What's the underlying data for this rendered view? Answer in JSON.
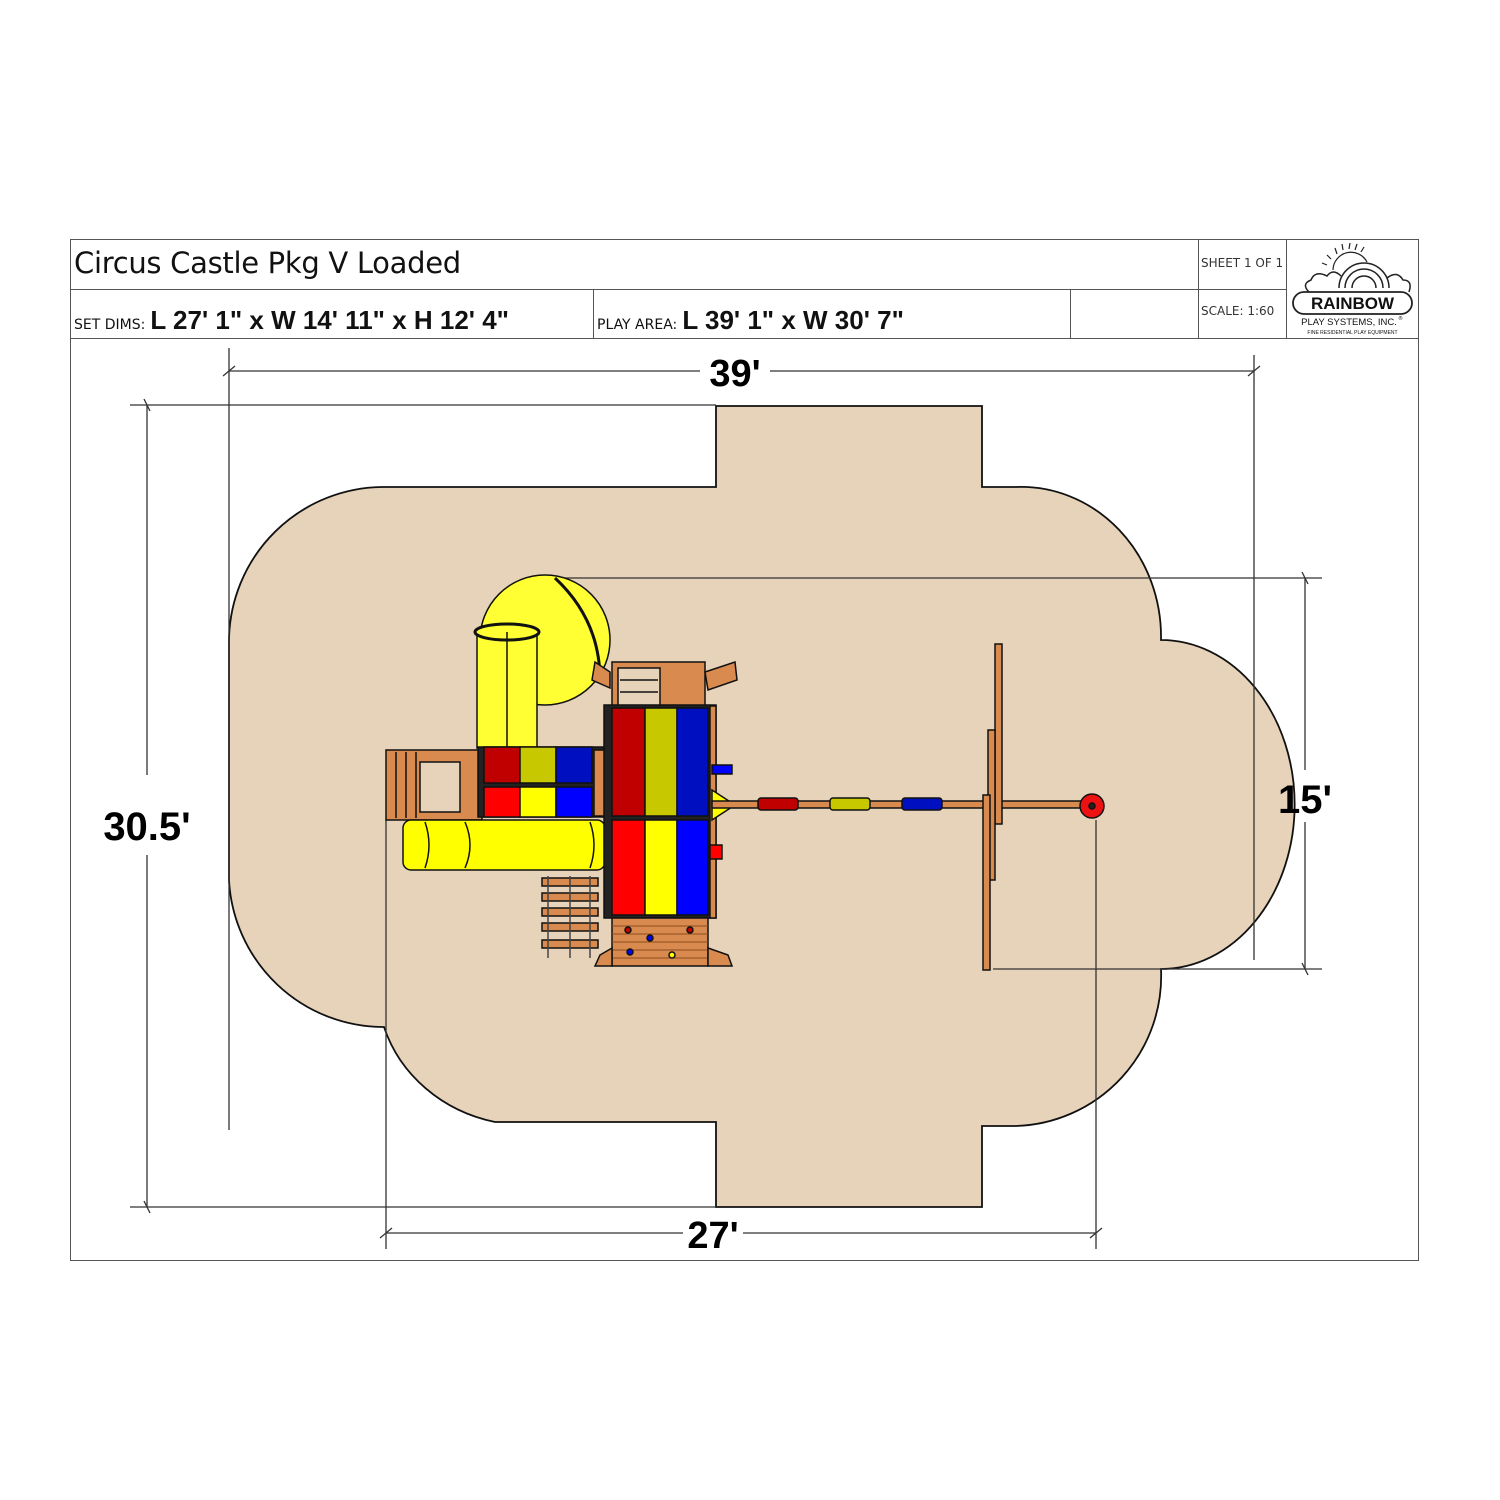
{
  "title_block": {
    "title": "Circus Castle Pkg V Loaded",
    "set_dims_label": "SET DIMS:",
    "set_dims_value": "L 27' 1\" x W 14' 11\" x H 12' 4\"",
    "play_area_label": "PLAY AREA:",
    "play_area_value": "L 39' 1\" x W 30' 7\"",
    "sheet": "SHEET 1 OF 1",
    "scale": "SCALE: 1:60"
  },
  "logo": {
    "name": "RAINBOW",
    "company": "PLAY SYSTEMS, INC.",
    "registered": "®",
    "tagline": "FINE RESIDENTIAL PLAY EQUIPMENT",
    "icon": "rainbow-cloud-sun-icon"
  },
  "dimensions": {
    "play_area_length": "39'",
    "play_area_width": "30.5'",
    "set_length": "27'",
    "set_width": "15'"
  },
  "colors": {
    "play_area_fill": "#e6d3b9",
    "wood": "#d98a4e",
    "red": "#ff0000",
    "dark_red": "#c00000",
    "yellow": "#ffff00",
    "olive_yellow": "#c8c800",
    "blue": "#0000ff",
    "dark_blue": "#0010c0"
  },
  "components": [
    "tube-slide",
    "wave-slide",
    "tower-roof-tricolor",
    "side-deck-roof-tricolor",
    "rock-wall",
    "rope-ladder",
    "entry-ladder",
    "swing-beam",
    "swing-seats",
    "tire-swivel"
  ]
}
